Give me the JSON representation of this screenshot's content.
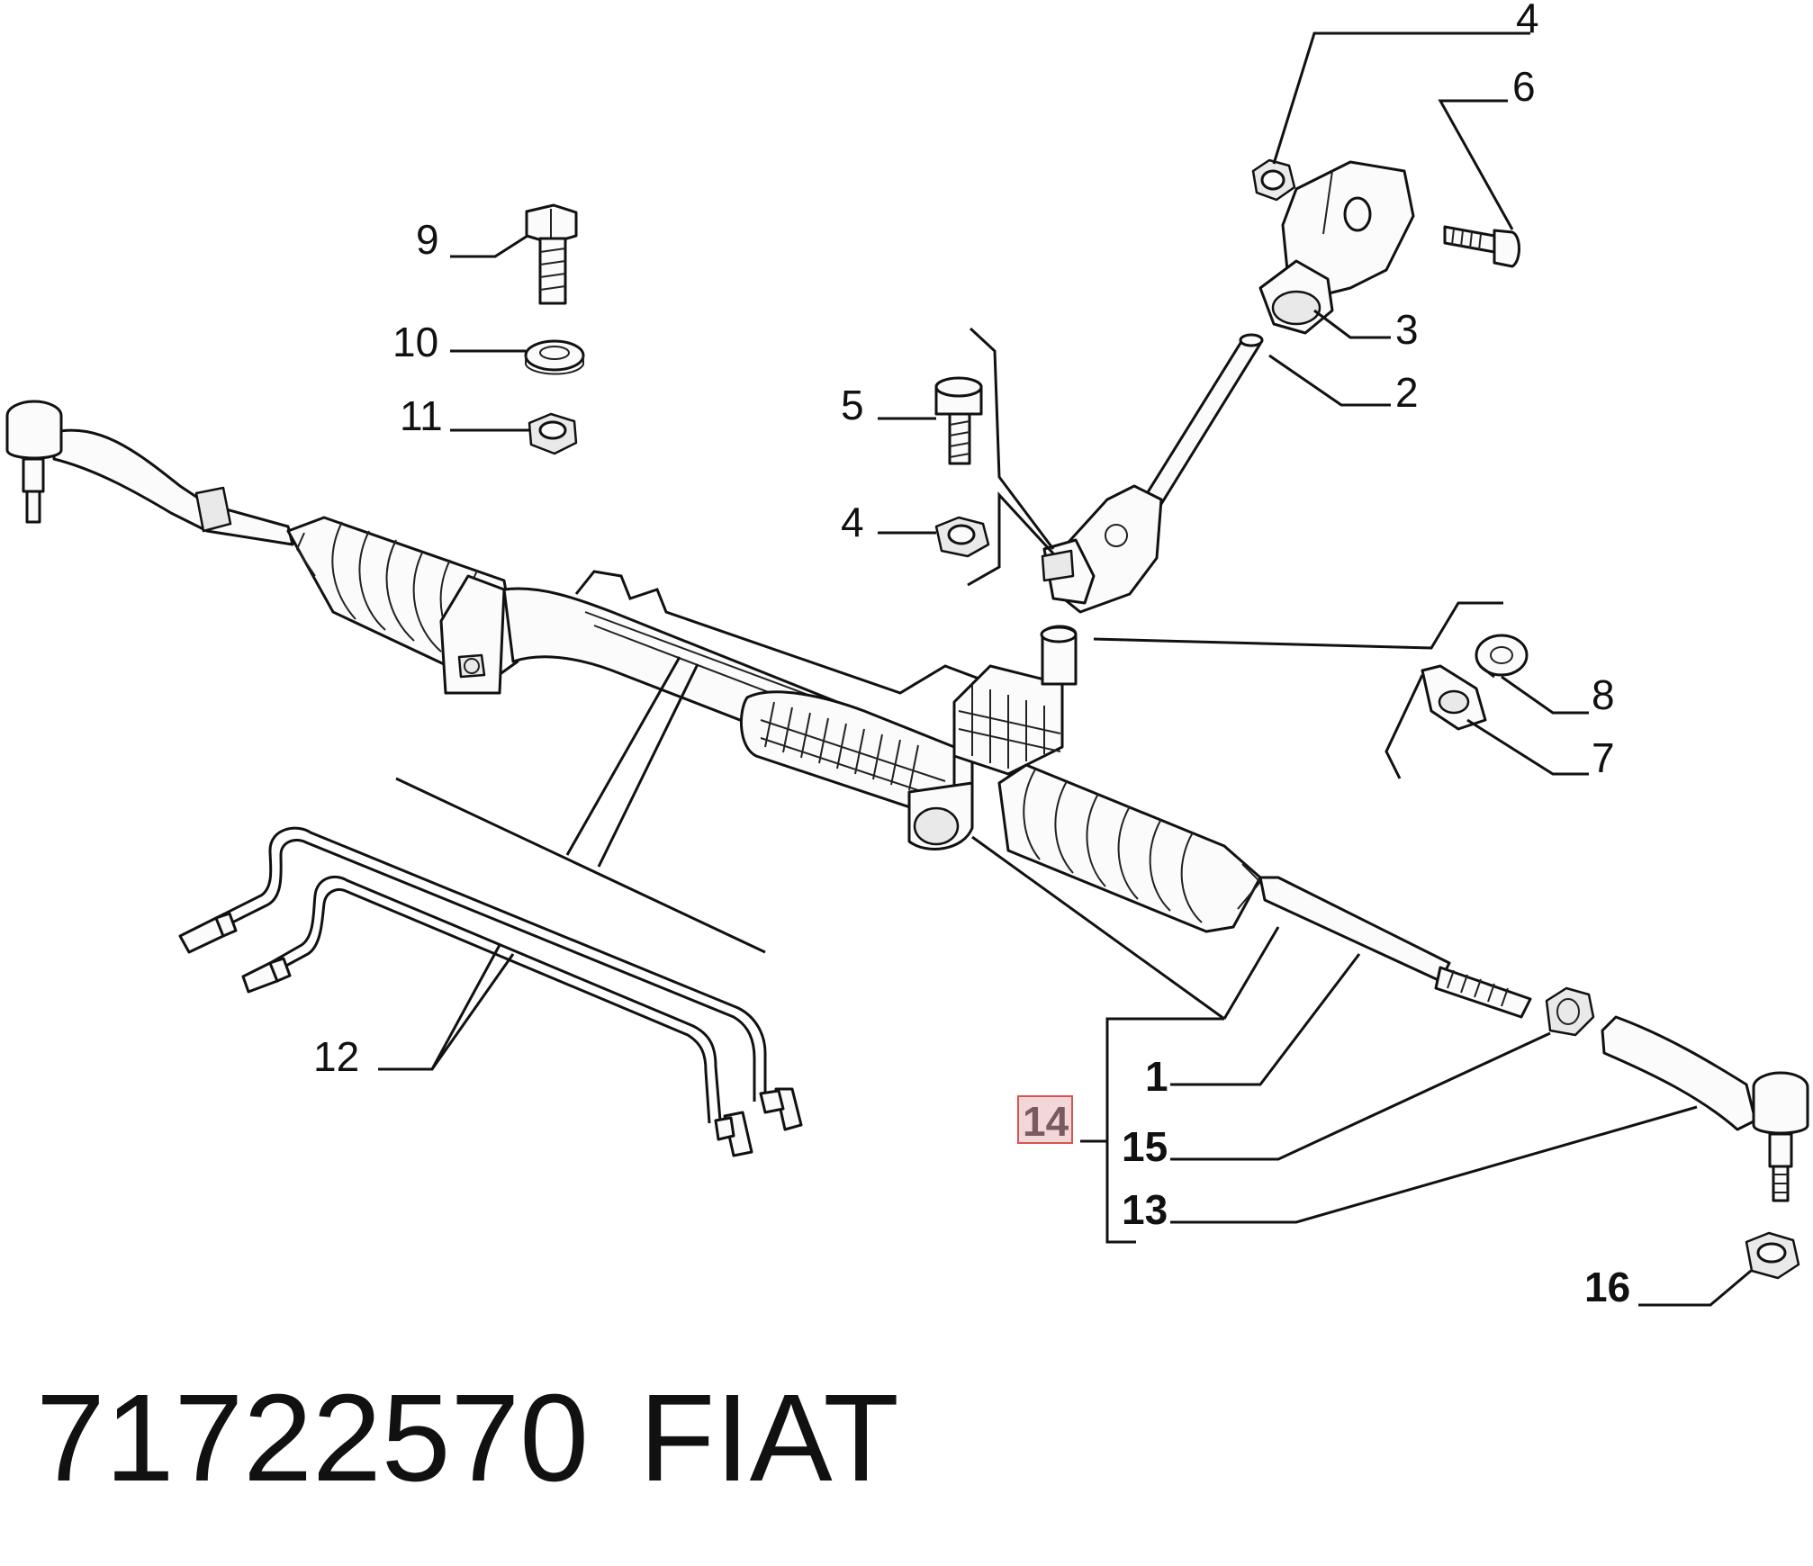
{
  "diagram": {
    "brand": "FIAT",
    "part_number": "71722570",
    "highlighted_callout": "14",
    "callouts": [
      {
        "id": "c4a",
        "label": "4"
      },
      {
        "id": "c6",
        "label": "6"
      },
      {
        "id": "c3",
        "label": "3"
      },
      {
        "id": "c2",
        "label": "2"
      },
      {
        "id": "c9",
        "label": "9"
      },
      {
        "id": "c10",
        "label": "10"
      },
      {
        "id": "c11",
        "label": "11"
      },
      {
        "id": "c5",
        "label": "5"
      },
      {
        "id": "c4b",
        "label": "4"
      },
      {
        "id": "c8",
        "label": "8"
      },
      {
        "id": "c7",
        "label": "7"
      },
      {
        "id": "c12",
        "label": "12"
      },
      {
        "id": "c1",
        "label": "1"
      },
      {
        "id": "c14",
        "label": "14"
      },
      {
        "id": "c15",
        "label": "15"
      },
      {
        "id": "c13",
        "label": "13"
      },
      {
        "id": "c16",
        "label": "16"
      }
    ]
  }
}
